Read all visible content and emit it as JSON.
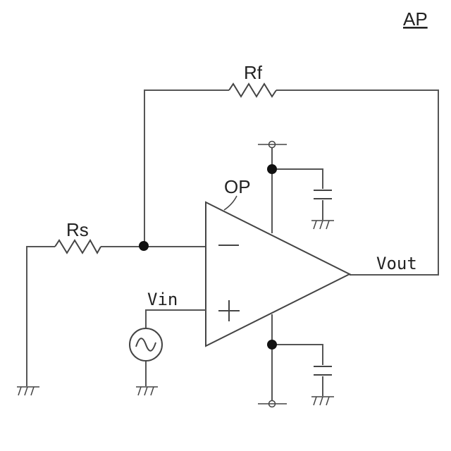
{
  "header": {
    "tag": "AP"
  },
  "labels": {
    "feedback_resistor": "Rf",
    "source_resistor": "Rs",
    "opamp": "OP",
    "input": "Vin",
    "output": "Vout"
  },
  "colors": {
    "wire": "#555555",
    "node": "#111111",
    "text": "#222222"
  }
}
